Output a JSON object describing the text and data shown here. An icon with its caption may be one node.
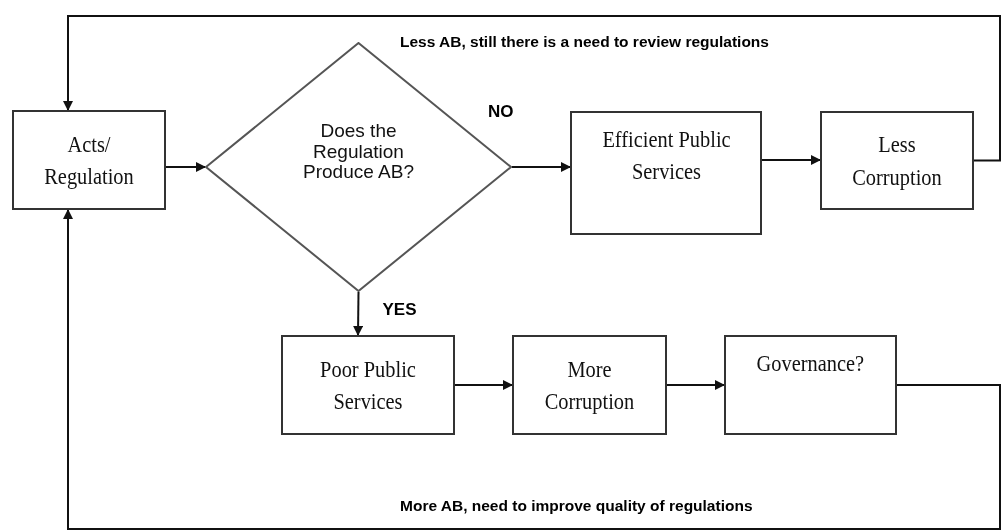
{
  "diagram": {
    "nodes": [
      {
        "text": [
          "Acts/ Regulation"
        ]
      },
      {
        "text": [
          "Does the Regulation Produce AB?"
        ]
      },
      {
        "text": [
          "Efficient Public Services"
        ]
      },
      {
        "text": [
          "Less Corruption"
        ]
      },
      {
        "text": [
          "Poor Public Services"
        ]
      },
      {
        "text": [
          "More Corruption"
        ]
      },
      {
        "text": [
          "Governance?"
        ]
      }
    ],
    "edges": [
      {
        "from": 0,
        "to": 1,
        "arrow": "to"
      },
      {
        "from": 1,
        "to": 2,
        "arrow": "to",
        "label": "NO"
      },
      {
        "from": 2,
        "to": 3,
        "arrow": "to"
      },
      {
        "from": 3,
        "to": 0,
        "arrow": "to",
        "label": "Less AB, still there is a need to review regulations"
      },
      {
        "from": 1,
        "to": 4,
        "arrow": "to",
        "label": "YES"
      },
      {
        "from": 4,
        "to": 5,
        "arrow": "to"
      },
      {
        "from": 5,
        "to": 6,
        "arrow": "to"
      },
      {
        "from": 6,
        "to": 0,
        "arrow": "to",
        "label": "More AB, need to improve quality of regulations"
      }
    ]
  }
}
